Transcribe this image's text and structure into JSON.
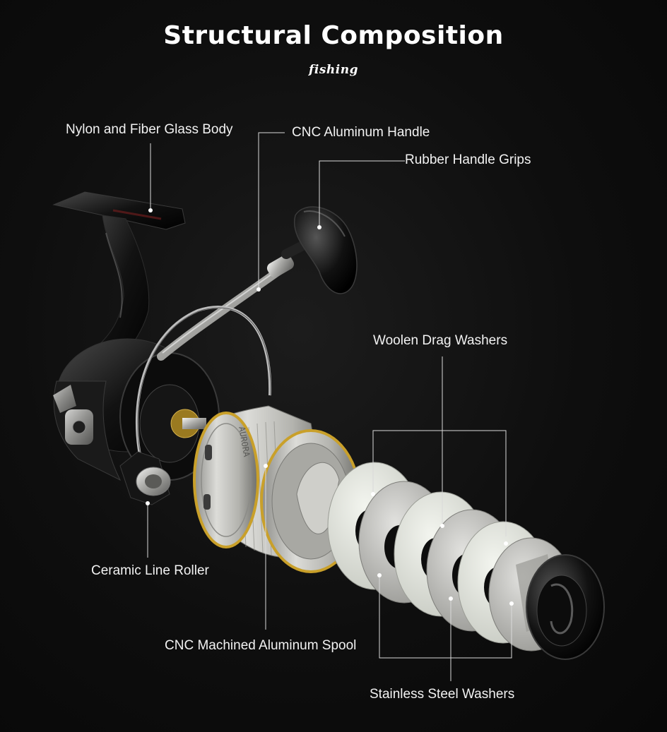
{
  "header": {
    "title": "Structural Composition",
    "logo_text": "fishing"
  },
  "labels": {
    "body": "Nylon and Fiber Glass Body",
    "handle": "CNC Aluminum Handle",
    "grips": "Rubber Handle Grips",
    "woolen": "Woolen Drag Washers",
    "roller": "Ceramic Line Roller",
    "spool": "CNC Machined Aluminum Spool",
    "steel": "Stainless Steel Washers"
  },
  "spool_engraving": "AURORA",
  "colors": {
    "background": "#0e0e0e",
    "text": "#f2f2f2",
    "leader": "#d9d9d9",
    "spool_gold": "#c9a02a",
    "spool_silver": "#b9b9b4",
    "felt": "#e6e8e2",
    "steel": "#c4c4c0"
  }
}
